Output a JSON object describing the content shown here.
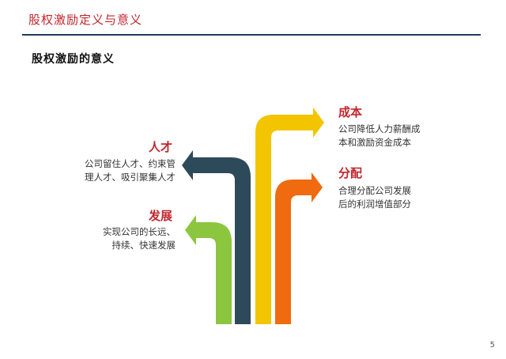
{
  "header": {
    "title": "股权激励定义与意义"
  },
  "subtitle": "股权激励的意义",
  "items": {
    "cost": {
      "title": "成本",
      "desc_lines": [
        "公司降低人力薪酬成",
        "本和激励资金成本"
      ],
      "color": "#f2c500"
    },
    "distribution": {
      "title": "分配",
      "desc_lines": [
        "合理分配公司发展",
        "后的利润增值部分"
      ],
      "color": "#f06a0f"
    },
    "talent": {
      "title": "人才",
      "desc_lines": [
        "公司留住人才、约束管",
        "理人才、吸引聚集人才"
      ],
      "color": "#2d4a5a"
    },
    "development": {
      "title": "发展",
      "desc_lines": [
        "实现公司的长远、",
        "持续、快速发展"
      ],
      "color": "#8cc63f"
    }
  },
  "page_number": "5"
}
